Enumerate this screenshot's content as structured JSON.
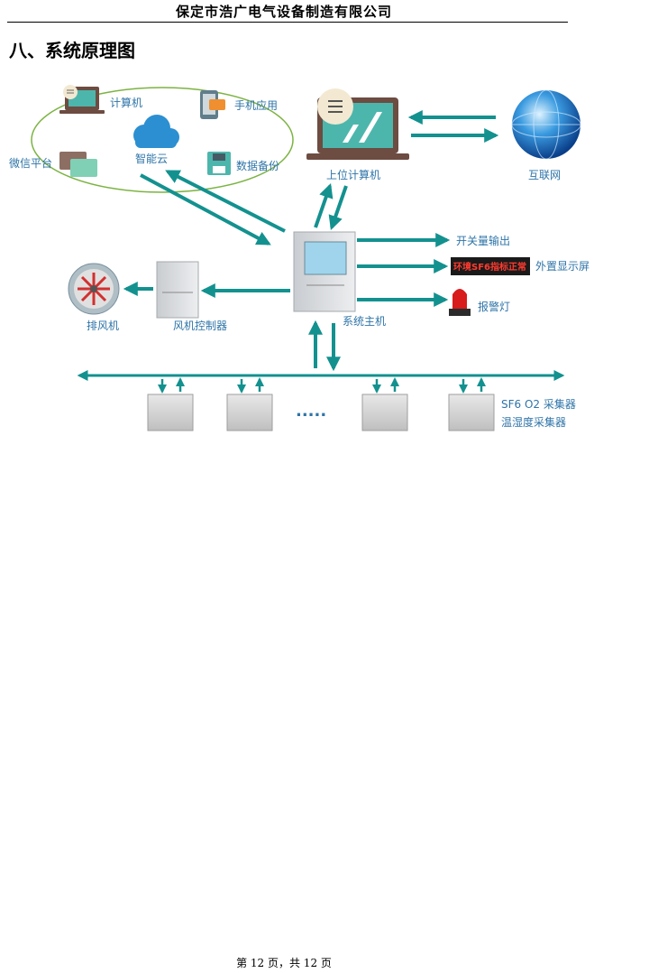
{
  "header": {
    "company": "保定市浩广电气设备制造有限公司"
  },
  "section": {
    "title": "八、系统原理图"
  },
  "diagram": {
    "computer": "计算机",
    "mobile_app": "手机应用",
    "wechat": "微信平台",
    "smart_cloud": "智能云",
    "data_backup": "数据备份",
    "host_pc": "上位计算机",
    "internet": "互联网",
    "switch_output": "开关量输出",
    "led_text": "环境SF6指标正常",
    "external_display": "外置显示屏",
    "alarm_light": "报警灯",
    "system_host": "系统主机",
    "exhaust_fan": "排风机",
    "fan_controller": "风机控制器",
    "ellipsis": ".....",
    "collector_1": "SF6  O2 采集器",
    "collector_2": "温湿度采集器"
  },
  "footer": {
    "page": "第 12 页，共 12 页"
  },
  "colors": {
    "arrow": "#13918f",
    "label": "#2e74a8"
  }
}
